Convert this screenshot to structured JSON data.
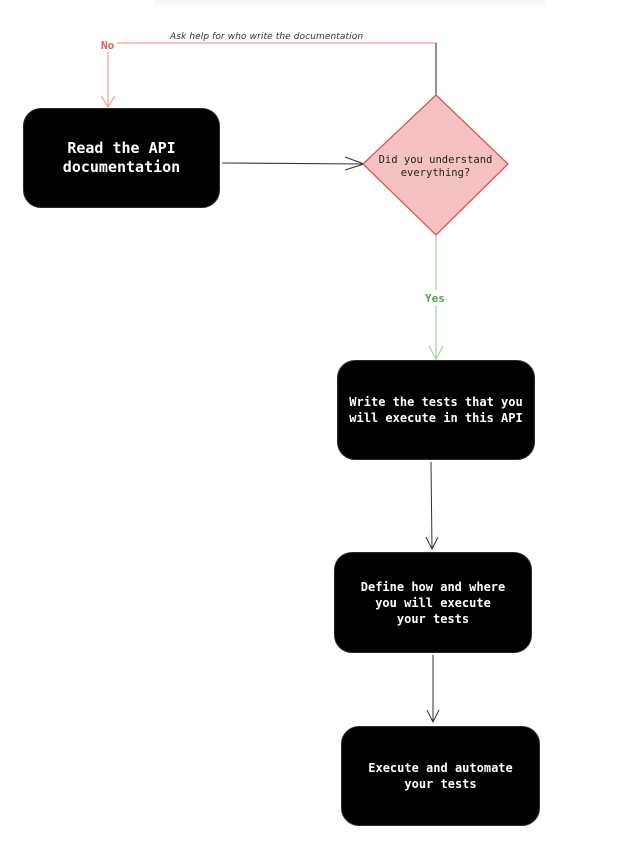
{
  "diagram": {
    "nodes": {
      "read_docs": {
        "text": "Read the API\ndocumentation"
      },
      "decision": {
        "text": "Did you understand\neverything?"
      },
      "write_tests": {
        "text": "Write the tests that you\nwill execute in this API"
      },
      "define_tests": {
        "text": "Define how and where\nyou will execute\nyour tests"
      },
      "execute_tests": {
        "text": "Execute and automate\nyour tests"
      }
    },
    "edges": {
      "no_label": "No",
      "yes_label": "Yes",
      "ask_help_label": "Ask help for who write the documentation"
    },
    "colors": {
      "box_fill": "#000000",
      "box_text": "#ffffff",
      "decision_fill": "#f5c2c2",
      "decision_stroke": "#d9534f",
      "no_path": "#f0a0a0",
      "yes_path": "#9fd3a4",
      "arrow": "#333333"
    }
  }
}
